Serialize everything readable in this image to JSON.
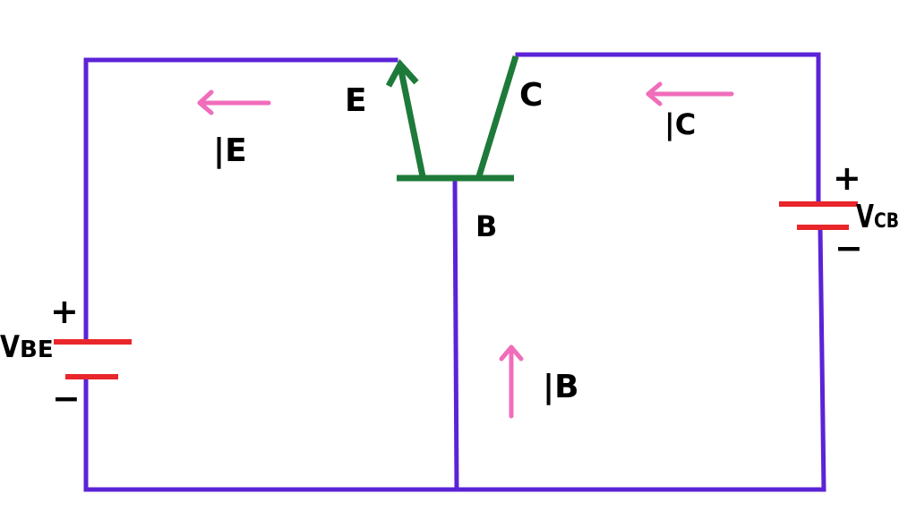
{
  "diagram": {
    "type": "common-base transistor circuit",
    "colors": {
      "wire": "#5b23d6",
      "transistor": "#1e7a3a",
      "battery_plate": "#e8262b",
      "current_arrow": "#f06dbb",
      "text": "#000000"
    },
    "transistor": {
      "emitter_label": "E",
      "collector_label": "C",
      "base_label": "B"
    },
    "currents": {
      "emitter": "|E",
      "collector": "|C",
      "base": "|B"
    },
    "sources": {
      "vbe": {
        "label_main": "V",
        "label_sub": "BE",
        "plus": "+",
        "minus": "−"
      },
      "vcb": {
        "label_main": "V",
        "label_sub": "CB",
        "plus": "+",
        "minus": "−"
      }
    }
  }
}
